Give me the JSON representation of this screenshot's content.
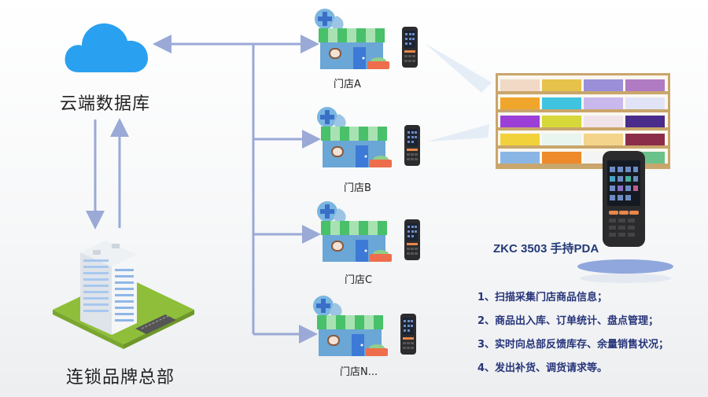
{
  "cloud": {
    "label": "云端数据库",
    "icon": "cloud-icon"
  },
  "headquarters": {
    "label": "连锁品牌总部",
    "icon": "office-building-icon"
  },
  "stores": [
    {
      "label": "门店A",
      "icon": "storefront-icon",
      "device": "pda-icon"
    },
    {
      "label": "门店B",
      "icon": "storefront-icon",
      "device": "pda-icon"
    },
    {
      "label": "门店C",
      "icon": "storefront-icon",
      "device": "pda-icon"
    },
    {
      "label": "门店N...",
      "icon": "storefront-icon",
      "device": "pda-icon"
    }
  ],
  "pda": {
    "title": "ZKC 3503 手持PDA",
    "shelf_icon": "retail-shelf-icon"
  },
  "features": [
    "1、扫描采集门店商品信息；",
    "2、商品出入库、订单统计、盘点管理；",
    "3、实时向总部反馈库存、余量销售状况；",
    "4、发出补货、调货请求等。"
  ],
  "colors": {
    "connector": "#9aa9d6",
    "cloud": "#2aa0f0",
    "awning_green": "#49c06a",
    "store_body": "#6aa6d6",
    "text_dark": "#222222",
    "feature_text": "#27357a",
    "lawn": "#8fbf3a"
  }
}
